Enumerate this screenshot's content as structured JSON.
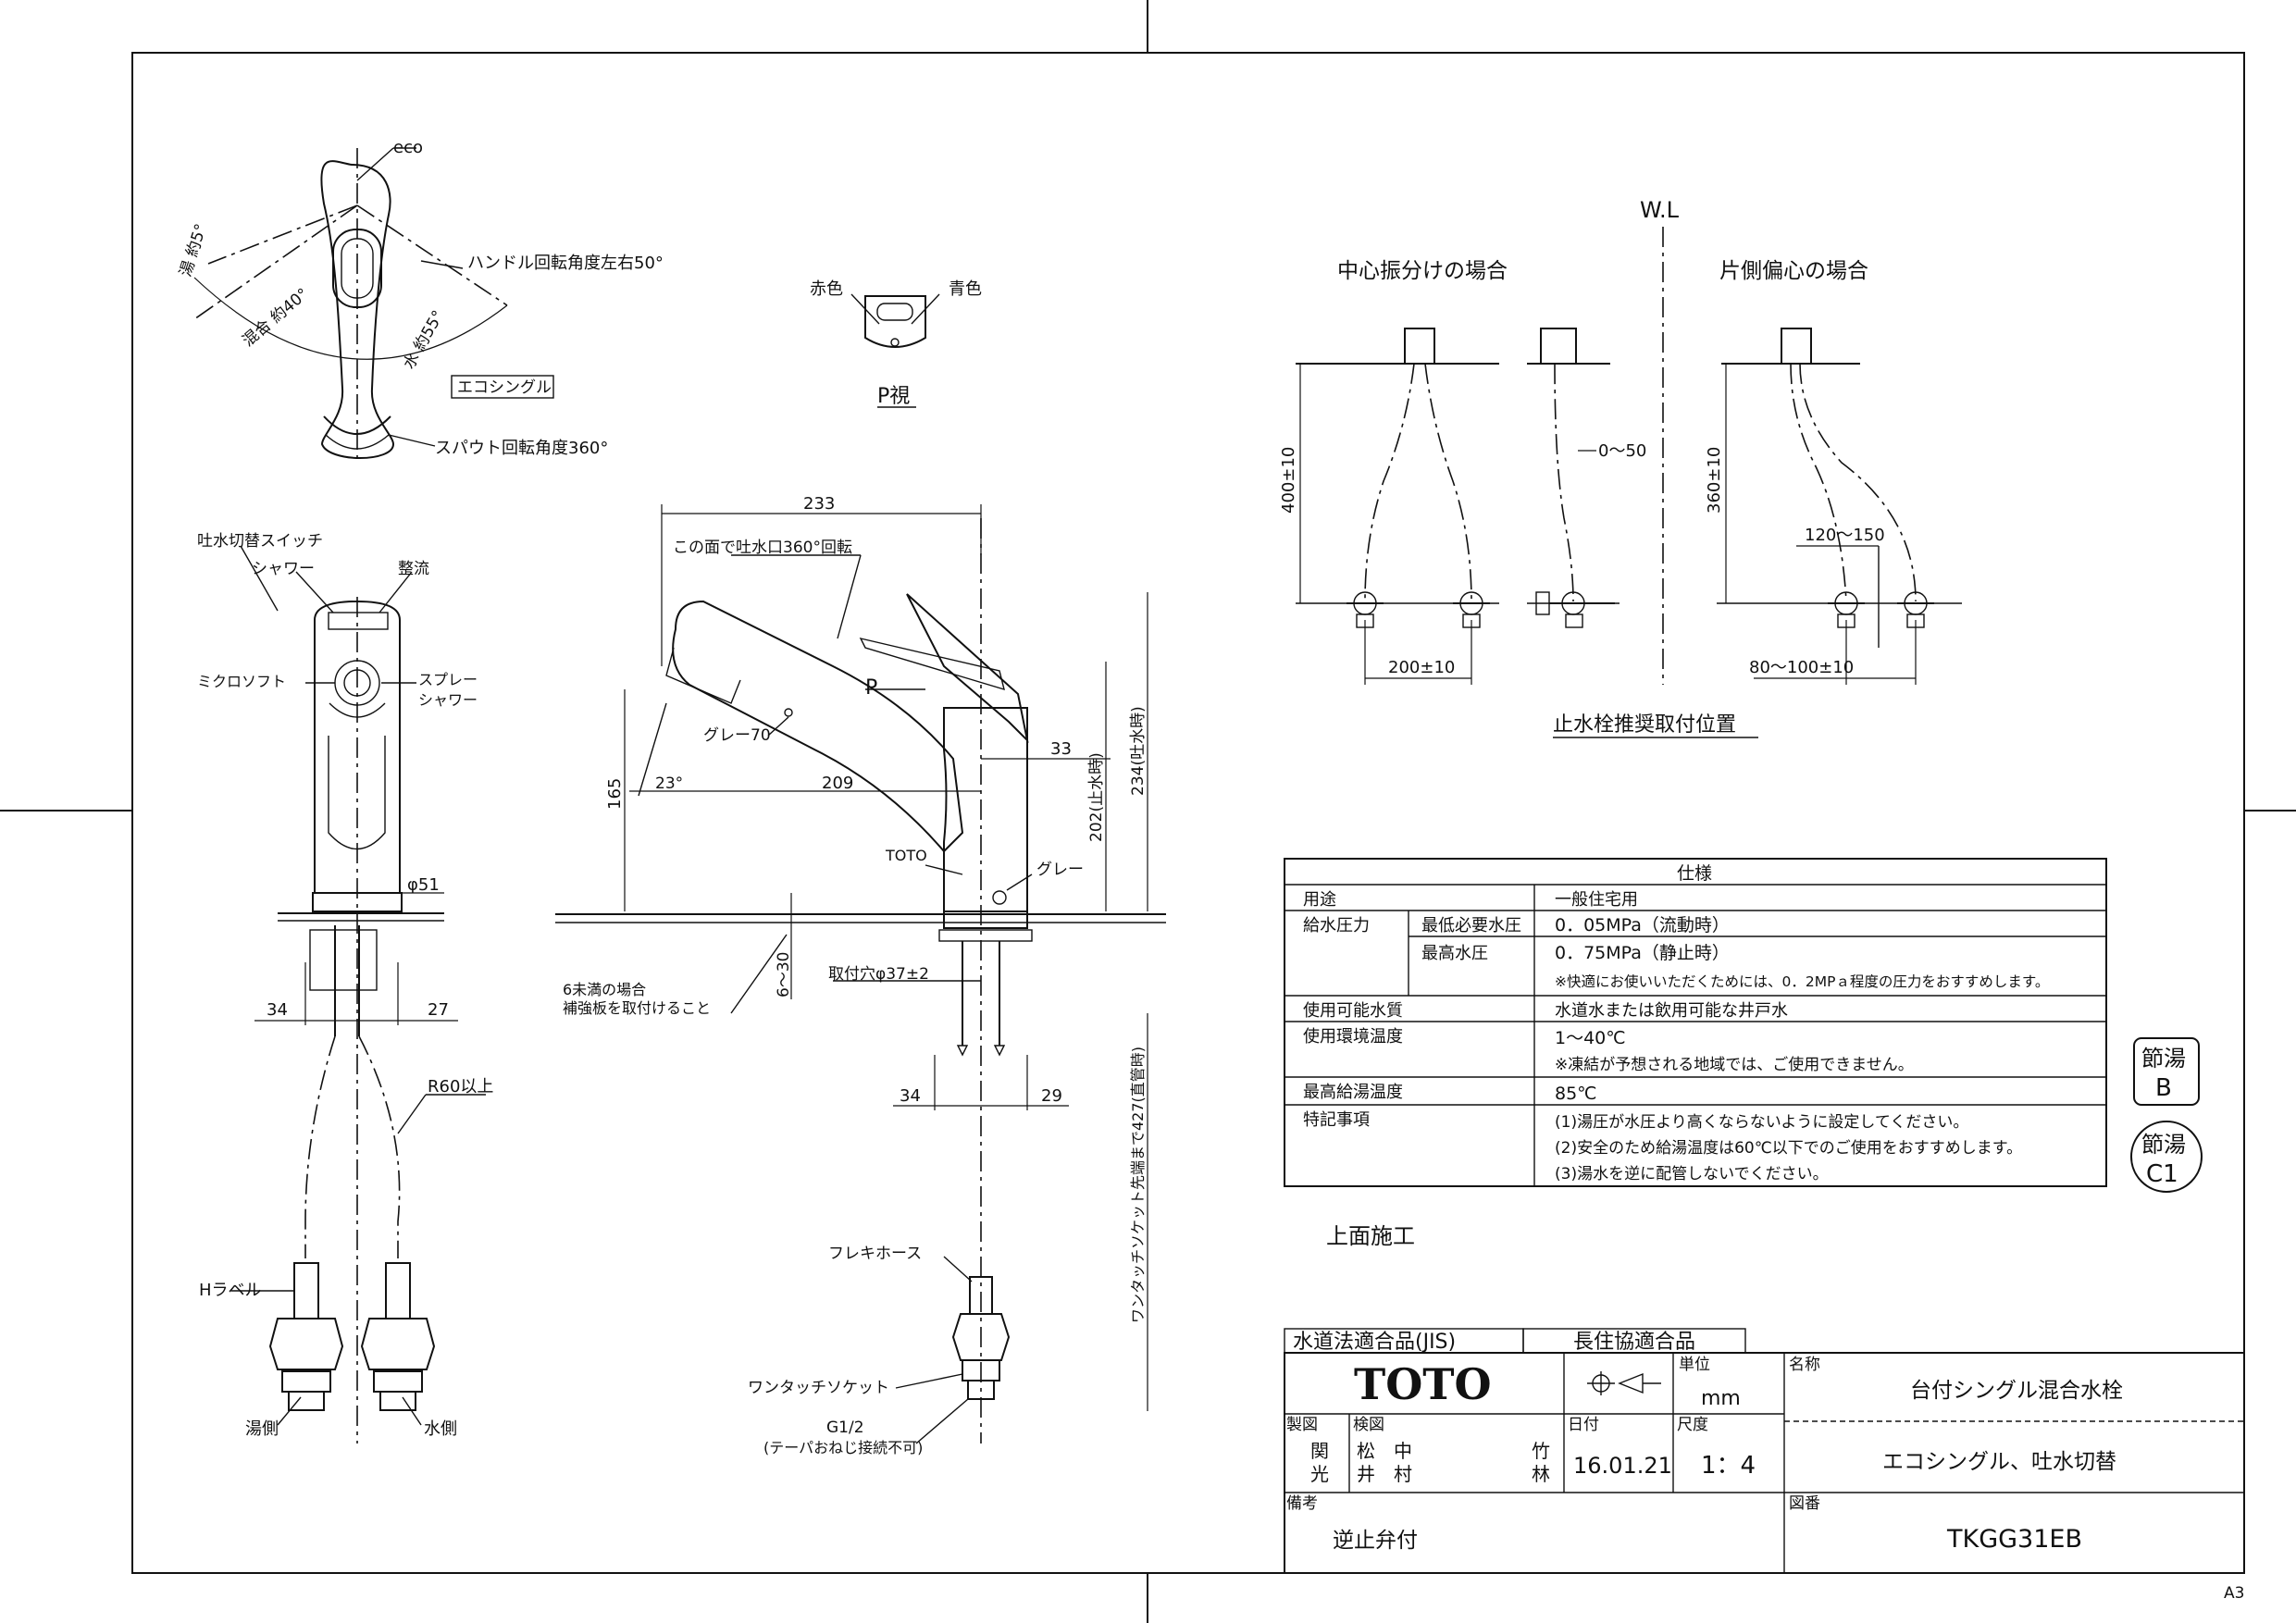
{
  "title_block": {
    "jis_badge": "水道法適合品(JIS)",
    "ltr_badge": "長住協適合品",
    "brand": "TOTO",
    "unit_label": "単位",
    "unit_value": "mm",
    "name_label": "名称",
    "name_1": "台付シングル混合水栓",
    "name_2": "エコシングル、吐水切替",
    "drawn_label": "製図",
    "drawn_names": [
      "関",
      "光"
    ],
    "checked_label": "検図",
    "checked_names": [
      "松",
      "井",
      "中",
      "村",
      "竹",
      "林"
    ],
    "date_label": "日付",
    "date_value": "16.01.21",
    "scale_label": "尺度",
    "scale_value": "1：4",
    "remarks_label": "備考",
    "remarks_value": "逆止弁付",
    "drawing_no_label": "図番",
    "drawing_no": "TKGG31EB"
  },
  "paper_size": "A3",
  "spec_table": {
    "header": "仕様",
    "rows": [
      {
        "label": "用途",
        "sub": "",
        "lines": [
          "一般住宅用"
        ]
      },
      {
        "label": "給水圧力",
        "sub": "最低必要水圧",
        "lines": [
          "0．05MPa（流動時）"
        ]
      },
      {
        "label": "",
        "sub": "最高水圧",
        "lines": [
          "0．75MPa（静止時）",
          "※快適にお使いいただくためには、0．2MPａ程度の圧力をおすすめします。"
        ]
      },
      {
        "label": "使用可能水質",
        "sub": "",
        "lines": [
          "水道水または飲用可能な井戸水"
        ]
      },
      {
        "label": "使用環境温度",
        "sub": "",
        "lines": [
          "1～40℃",
          "※凍結が予想される地域では、ご使用できません。"
        ]
      },
      {
        "label": "最高給湯温度",
        "sub": "",
        "lines": [
          "85℃"
        ]
      },
      {
        "label": "特記事項",
        "sub": "",
        "lines": [
          "(1)湯圧が水圧より高くならないように設定してください。",
          "(2)安全のため給湯温度は60℃以下でのご使用をおすすめします。",
          "(3)湯水を逆に配管しないでください。"
        ]
      }
    ]
  },
  "top_install_note": "上面施工",
  "badges": [
    {
      "line1": "節湯",
      "line2": "B"
    },
    {
      "line1": "節湯",
      "line2": "C1"
    }
  ],
  "top_view": {
    "eco": "eco",
    "handle_rotation": "ハンドル回転角度左右50°",
    "hot_angle": "湯 約5°",
    "mix_angle": "混合 約40°",
    "cold_angle": "水 約55°",
    "eco_single": "エコシングル",
    "spout_rotation": "スパウト回転角度360°"
  },
  "p_view": {
    "red": "赤色",
    "blue": "青色",
    "title": "P視"
  },
  "front_view": {
    "switch": "吐水切替スイッチ",
    "shower": "シャワー",
    "laminar": "整流",
    "micro_soft": "ミクロソフト",
    "spray_shower_1": "スプレー",
    "spray_shower_2": "シャワー",
    "dia": "φ51",
    "dim_left": "34",
    "dim_right": "27",
    "r60": "R60以上",
    "h_label": "Hラベル",
    "hot_side": "湯側",
    "cold_side": "水側"
  },
  "side_view": {
    "dim_233": "233",
    "rotate_note": "この面で吐水口360°回転",
    "p_arrow": "P",
    "gray70": "グレー70",
    "angle23": "23°",
    "dim_209": "209",
    "dim_33": "33",
    "dim_165": "165",
    "dim_202": "202(止水時)",
    "dim_234": "234(吐水時)",
    "toto_mark": "TOTO",
    "gray": "グレー",
    "reinforce_1": "6未満の場合",
    "reinforce_2": "補強板を取付けること",
    "dim_6_30": "6～30",
    "mount_hole": "取付穴φ37±2",
    "dim_34": "34",
    "dim_29": "29",
    "socket_len": "ワンタッチソケット先端まで427(直管時)",
    "flexi_hose": "フレキホース",
    "one_touch": "ワンタッチソケット",
    "g12": "G1/2",
    "taper_note": "(テーパおねじ接続不可)"
  },
  "stop_valve": {
    "wl": "W.L",
    "center": "中心振分けの場合",
    "offset": "片側偏心の場合",
    "dim_400": "400±10",
    "dim_0_50": "0～50",
    "dim_360": "360±10",
    "dim_120_150": "120～150",
    "dim_200": "200±10",
    "dim_80_100": "80～100±10",
    "caption": "止水栓推奨取付位置"
  }
}
